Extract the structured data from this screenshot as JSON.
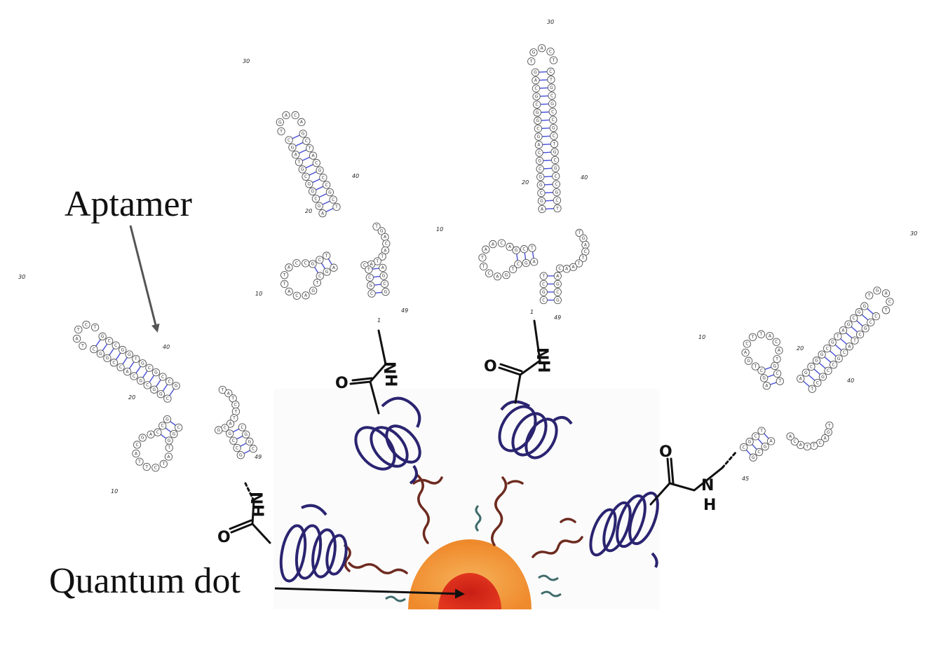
{
  "labels": {
    "aptamer": "Aptamer",
    "quantum_dot": "Quantum dot"
  },
  "chemistry": {
    "carbonyl_oxygen": "O",
    "amide_nitrogen": "N",
    "amide_hydrogen": "H"
  },
  "colors": {
    "base_pair_line": "#4a52d8",
    "nucleotide_outline": "#555555",
    "polymer_coil": "#2a2470",
    "ligand_chain": "#6e2b20",
    "short_ligand": "#3f6b6b",
    "qd_shell": "#f39a3a",
    "qd_core": "#d62c1c",
    "arrow": "#555555"
  },
  "aptamers": [
    {
      "name": "aptamer-left",
      "numbers": [
        "30",
        "40",
        "20",
        "10",
        "49"
      ],
      "stem_bases": [
        "G",
        "C",
        "C",
        "G",
        "C",
        "G",
        "G",
        "C",
        "C",
        "G",
        "G",
        "C",
        "T",
        "A",
        "G",
        "C"
      ],
      "loop_bases": [
        "T",
        "A",
        "T",
        "C",
        "T",
        "T",
        "A",
        "C",
        "G",
        "A",
        "A",
        "T"
      ]
    },
    {
      "name": "aptamer-upper-left",
      "numbers": [
        "30",
        "40",
        "20",
        "10",
        "1",
        "49"
      ],
      "stem_bases": [
        "T",
        "A",
        "C",
        "G",
        "G",
        "C",
        "C",
        "G",
        "C",
        "G",
        "G",
        "C",
        "C",
        "G",
        "A",
        "T"
      ],
      "loop_bases": [
        "T",
        "G",
        "A",
        "C",
        "A",
        "T",
        "T",
        "A",
        "C",
        "C",
        "G",
        "A"
      ]
    },
    {
      "name": "aptamer-upper-right",
      "numbers": [
        "30",
        "20",
        "40",
        "10",
        "1",
        "49"
      ],
      "stem_bases": [
        "T",
        "A",
        "C",
        "G",
        "G",
        "C",
        "C",
        "G",
        "C",
        "G",
        "G",
        "C",
        "C",
        "G",
        "G",
        "C"
      ],
      "loop_bases": [
        "T",
        "G",
        "A",
        "C",
        "T",
        "T",
        "A",
        "A",
        "C",
        "A",
        "T",
        "A"
      ]
    },
    {
      "name": "aptamer-right",
      "numbers": [
        "30",
        "20",
        "40",
        "10",
        "45"
      ],
      "stem_bases": [
        "T",
        "A",
        "C",
        "G",
        "G",
        "C",
        "C",
        "G",
        "C",
        "G",
        "G",
        "C",
        "C",
        "G",
        "A",
        "T"
      ],
      "loop_bases": [
        "T",
        "G",
        "A",
        "C",
        "T",
        "T",
        "A",
        "C",
        "A",
        "T",
        "A",
        "G"
      ]
    }
  ]
}
